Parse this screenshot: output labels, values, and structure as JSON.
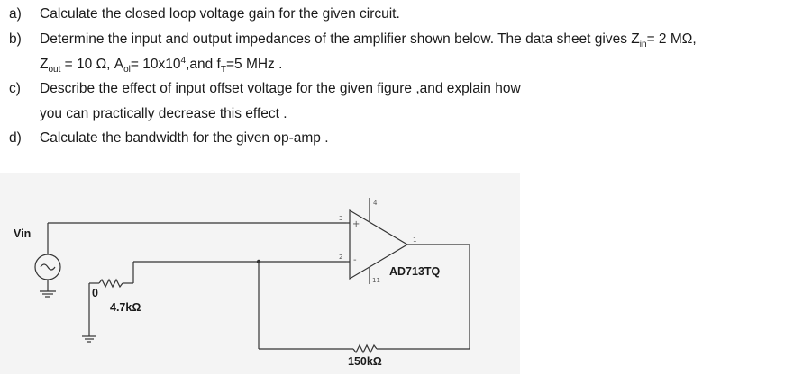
{
  "questions": {
    "a": {
      "label": "a)",
      "text": "Calculate the closed loop voltage gain for the given circuit."
    },
    "b": {
      "label": "b)",
      "line1": "Determine the input and output impedances of the amplifier shown below.  The data sheet gives Z",
      "zin_sub": "in",
      "zin_val": "= 2 MΩ,",
      "zout_main": "Z",
      "zout_sub": "out",
      "zout_val": " = 10 Ω, A",
      "aol_sub": "ol",
      "aol_val": "= 10x10",
      "aol_sup": "4",
      "ft_pre": ",and f",
      "ft_sub": "T",
      "ft_val": "=5 MHz ."
    },
    "c": {
      "label": "c)",
      "line1": "Describe the effect of input offset voltage for the given figure ,and explain how",
      "line2": "you can practically decrease this effect ."
    },
    "d": {
      "label": "d)",
      "text": "Calculate the bandwidth for the given op-amp ."
    }
  },
  "circuit": {
    "source_label": "Vin",
    "opamp_label": "AD713TQ",
    "r_input_label": "4.7kΩ",
    "r_feedback_label": "150kΩ",
    "ground_node": "0",
    "pin_3": "3",
    "pin_2": "2",
    "pin_1": "1",
    "pin_4": "4",
    "pin_11": "11",
    "plus_sign": "+",
    "minus_sign": "-"
  }
}
